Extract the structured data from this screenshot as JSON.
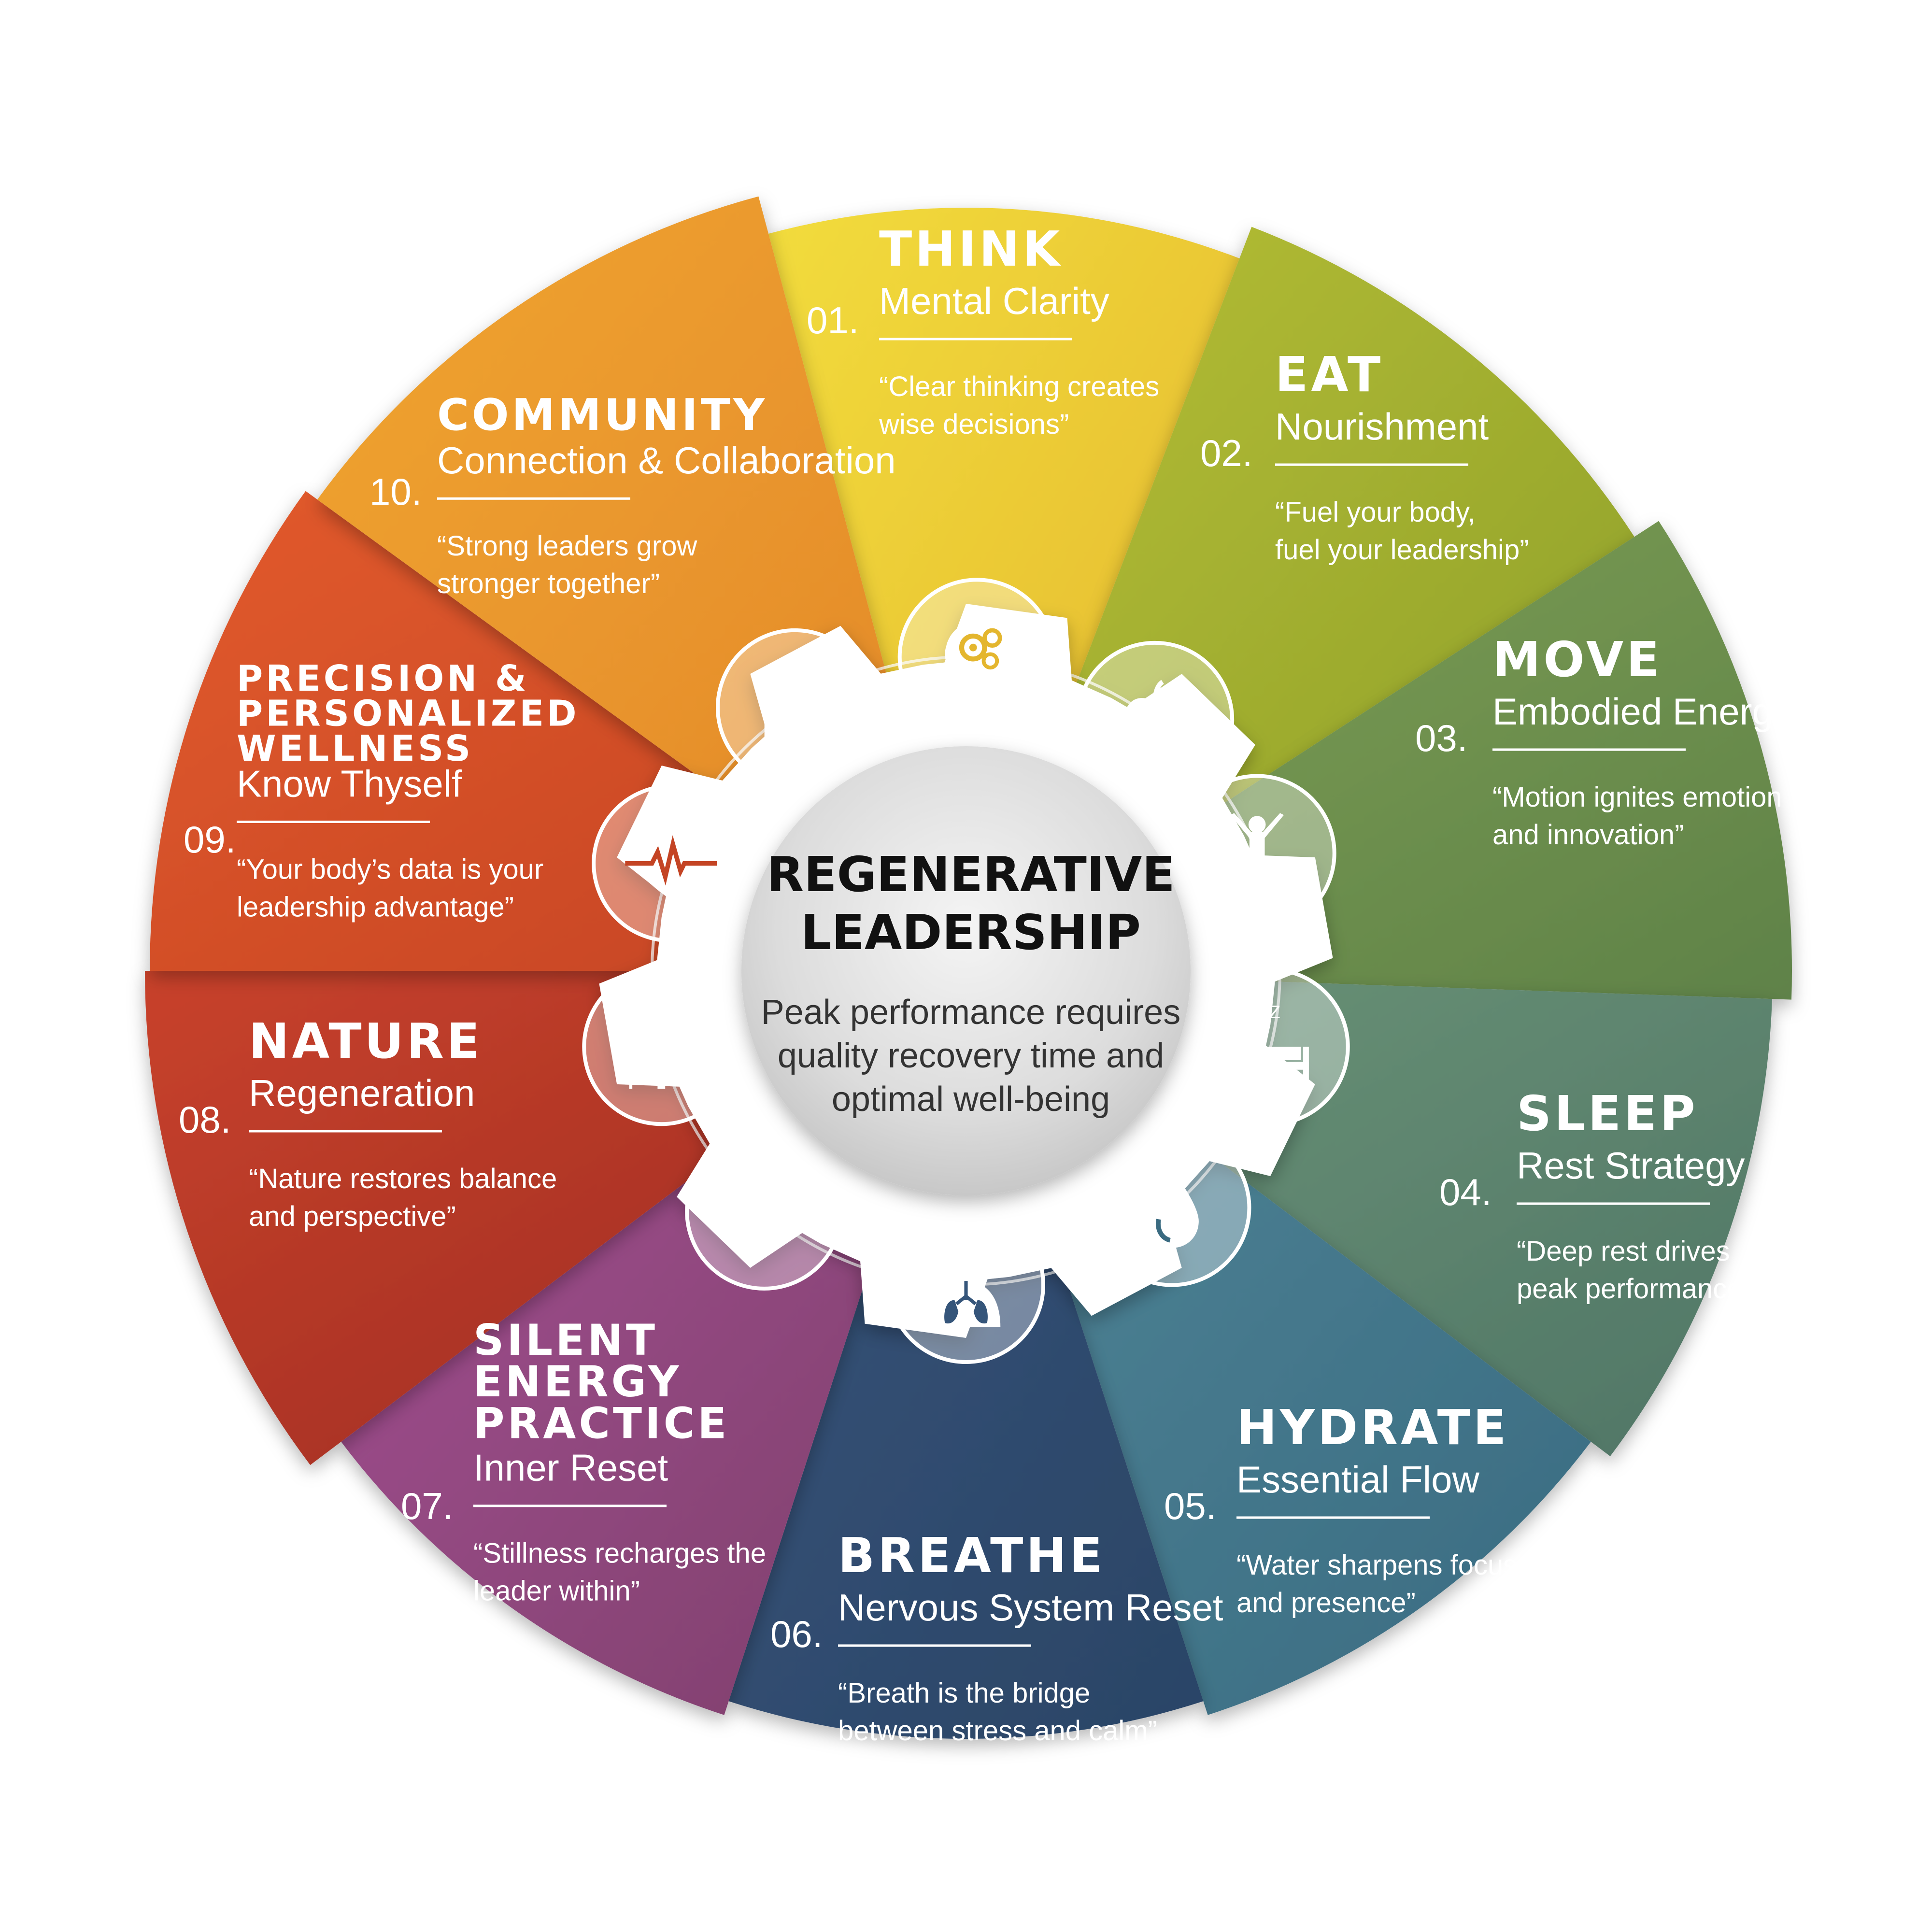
{
  "center": {
    "title_lines": [
      "REGENERATIVE",
      "LEADERSHIP"
    ],
    "text_lines": [
      "Peak performance requires",
      "quality recovery time and",
      "optimal well-being"
    ]
  },
  "segments": [
    {
      "number": "01.",
      "title_lines": [
        "THINK"
      ],
      "subtitle": "Mental Clarity",
      "quote_lines": [
        "“Clear thinking creates",
        "wise decisions”"
      ],
      "color_light": "#f2dc3c",
      "color_dark": "#e4b62e",
      "icon": "brain-gears-icon"
    },
    {
      "number": "02.",
      "title_lines": [
        "EAT"
      ],
      "subtitle": "Nourishment",
      "quote_lines": [
        "“Fuel your body,",
        "fuel your leadership”"
      ],
      "color_light": "#b7bf35",
      "color_dark": "#8c9e2a",
      "icon": "apple-icon"
    },
    {
      "number": "03.",
      "title_lines": [
        "MOVE"
      ],
      "subtitle": "Embodied Energy",
      "quote_lines": [
        "“Motion ignites emotion",
        "and innovation”"
      ],
      "color_light": "#7fa055",
      "color_dark": "#5f8248",
      "icon": "person-arms-raised-icon"
    },
    {
      "number": "04.",
      "title_lines": [
        "SLEEP"
      ],
      "subtitle": "Rest Strategy",
      "quote_lines": [
        "“Deep rest drives",
        "peak performance”"
      ],
      "color_light": "#6c9477",
      "color_dark": "#4f7566",
      "icon": "sleeping-bed-icon"
    },
    {
      "number": "05.",
      "title_lines": [
        "HYDRATE"
      ],
      "subtitle": "Essential Flow",
      "quote_lines": [
        "“Water sharpens focus",
        "and presence”"
      ],
      "color_light": "#4f8597",
      "color_dark": "#3a6b81",
      "icon": "water-drop-icon"
    },
    {
      "number": "06.",
      "title_lines": [
        "BREATHE"
      ],
      "subtitle": "Nervous System Reset",
      "quote_lines": [
        "“Breath is the bridge",
        "between stress and calm”"
      ],
      "color_light": "#35557a",
      "color_dark": "#2b4466",
      "icon": "lungs-icon"
    },
    {
      "number": "07.",
      "title_lines": [
        "SILENT",
        "ENERGY",
        "PRACTICE"
      ],
      "subtitle": "Inner Reset",
      "quote_lines": [
        "“Stillness recharges the",
        "leader within”"
      ],
      "color_light": "#a55094",
      "color_dark": "#7d3f6a",
      "icon": "meditation-icon"
    },
    {
      "number": "08.",
      "title_lines": [
        "NATURE"
      ],
      "subtitle": "Regeneration",
      "quote_lines": [
        "“Nature restores balance",
        "and perspective”"
      ],
      "color_light": "#c8422c",
      "color_dark": "#9a2a20",
      "icon": "trees-sun-icon"
    },
    {
      "number": "09.",
      "title_lines": [
        "PRECISION &",
        "PERSONALIZED",
        "WELLNESS"
      ],
      "subtitle": "Know Thyself",
      "quote_lines": [
        "“Your body’s data is your",
        "leadership advantage”"
      ],
      "color_light": "#e25a2c",
      "color_dark": "#c44424",
      "icon": "heart-pulse-icon"
    },
    {
      "number": "10.",
      "title_lines": [
        "COMMUNITY"
      ],
      "subtitle": "Connection & Collaboration",
      "quote_lines": [
        "“Strong leaders grow",
        "stronger together”"
      ],
      "color_light": "#f0a530",
      "color_dark": "#e2862a",
      "icon": "people-group-icon"
    }
  ]
}
